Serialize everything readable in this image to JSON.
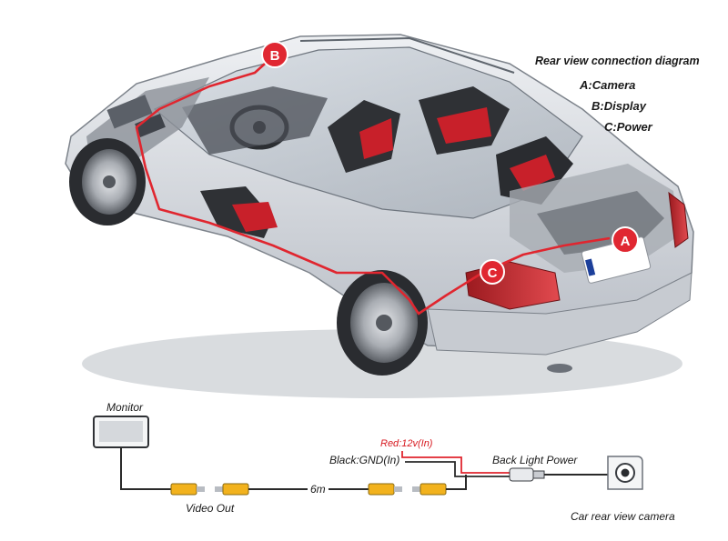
{
  "legend": {
    "title": "Rear view connection diagram",
    "items": [
      "A:Camera",
      "B:Display",
      "C:Power"
    ]
  },
  "markers": {
    "a": "A",
    "b": "B",
    "c": "C"
  },
  "wiring": {
    "monitor": "Monitor",
    "video_out": "Video Out",
    "cable_length": "6m",
    "red_wire": "Red:12v(In)",
    "black_wire": "Black:GND(In)",
    "back_light_power": "Back Light Power",
    "camera": "Car rear view camera"
  },
  "colors": {
    "wire": "#e0262f",
    "badge": "#e02731",
    "connector": "#f2b21d"
  }
}
